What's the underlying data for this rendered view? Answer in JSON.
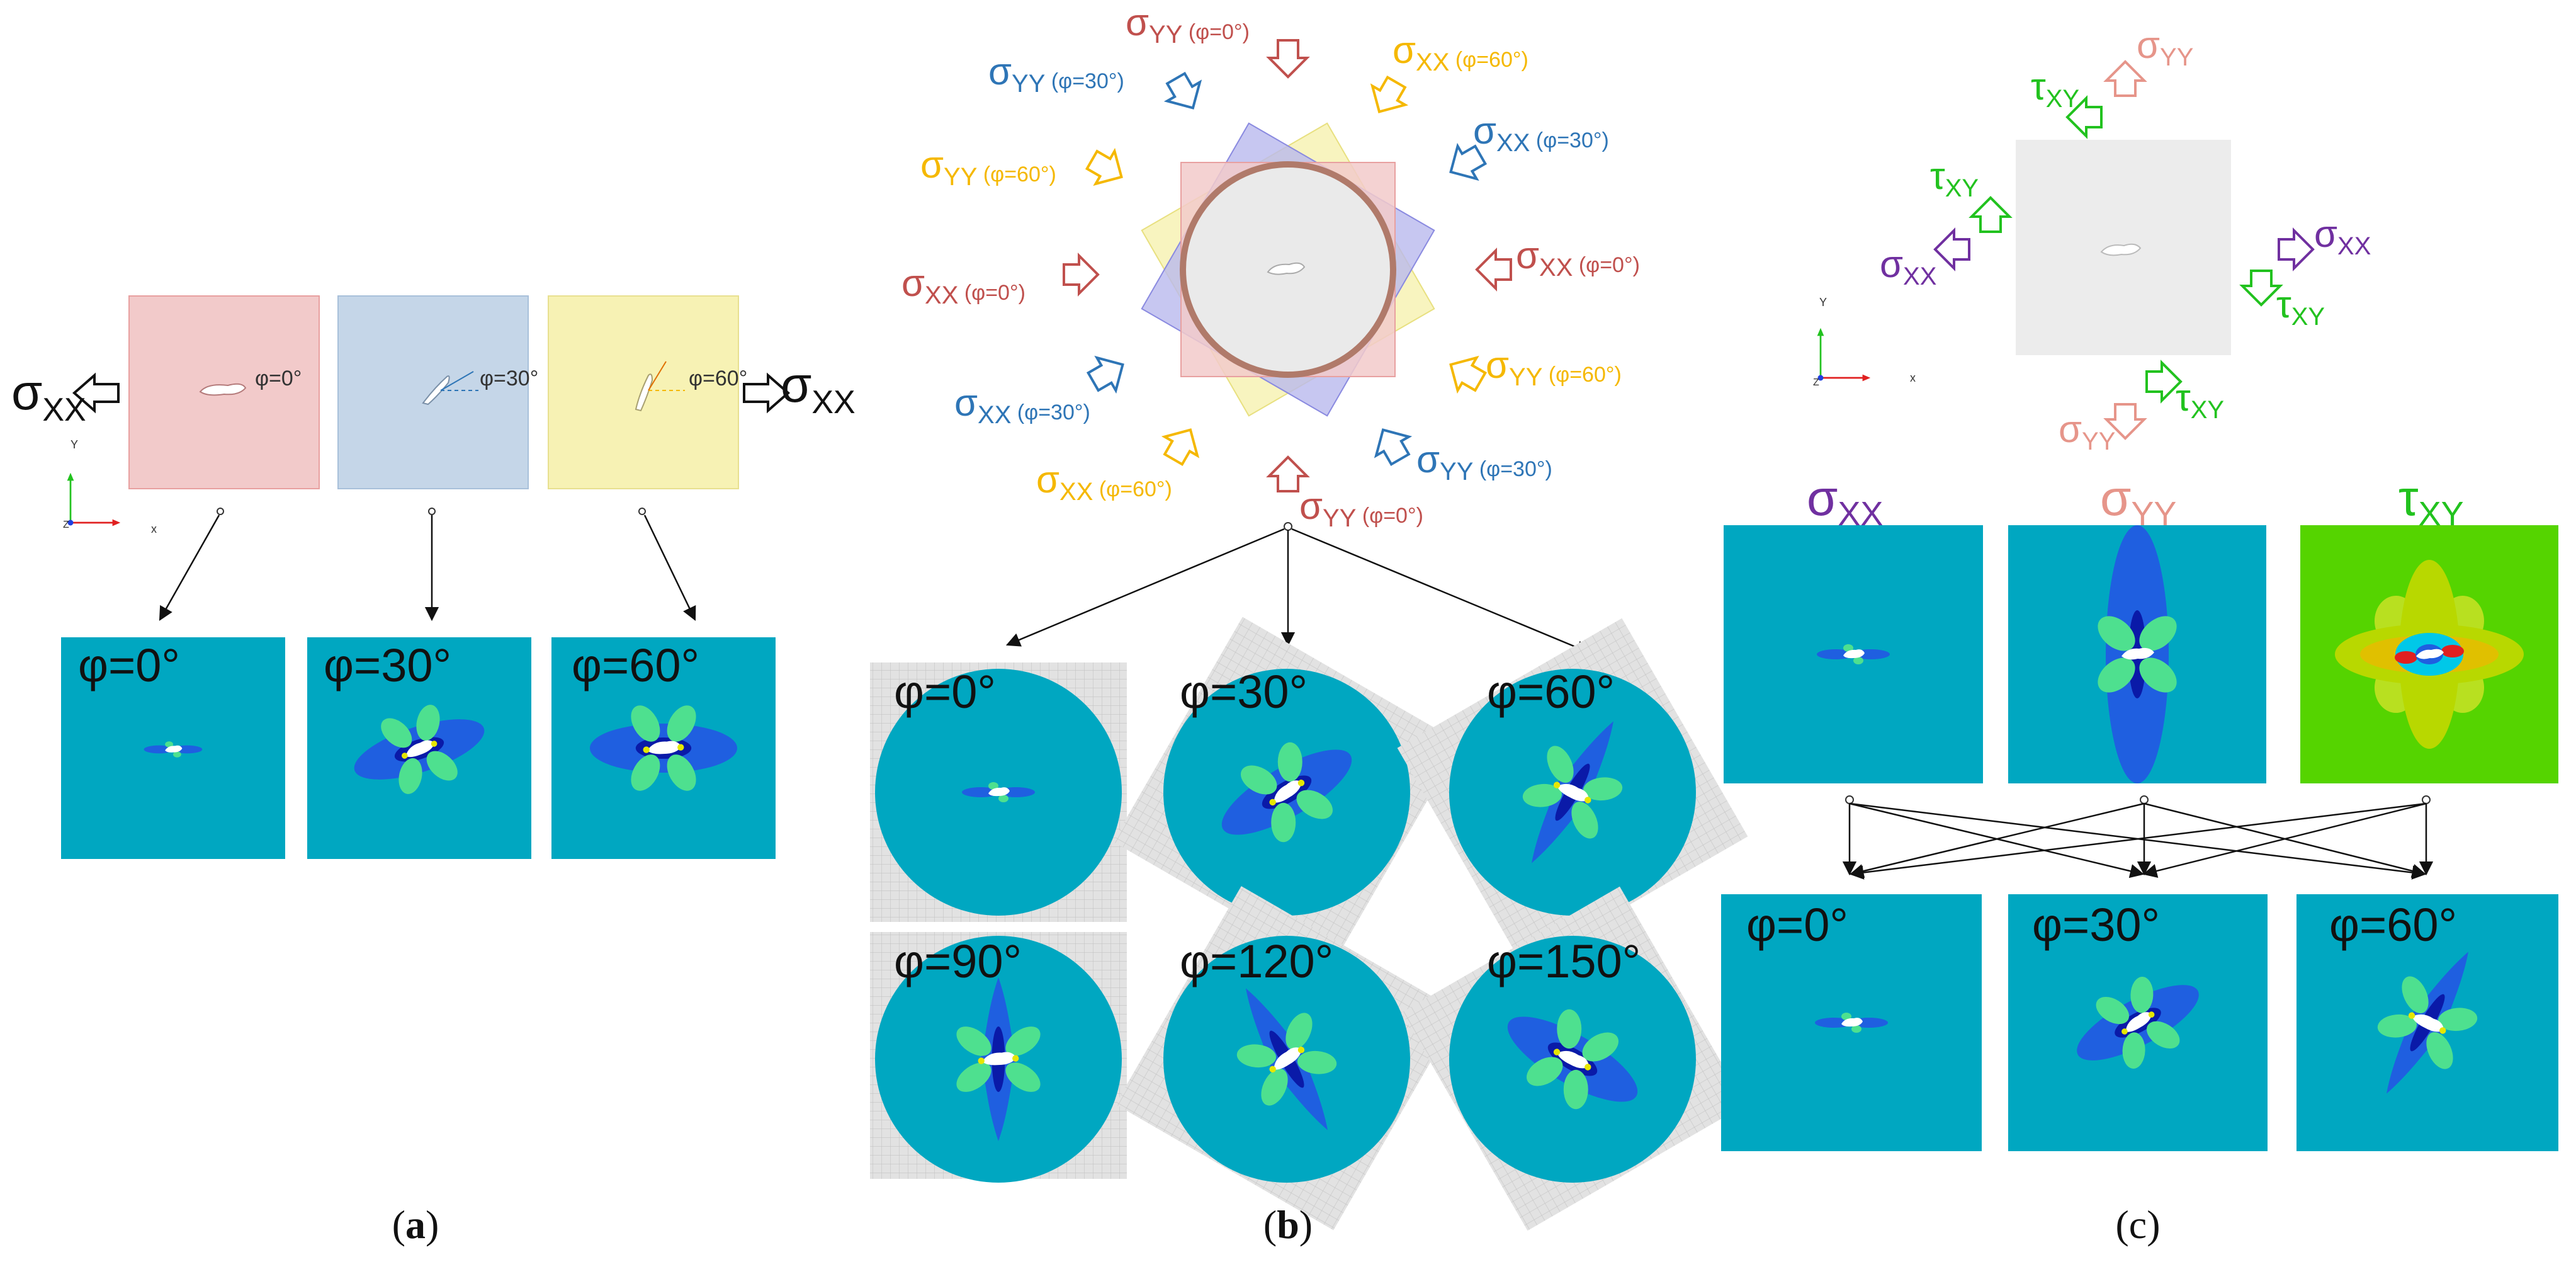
{
  "colors": {
    "red": "#c0504d",
    "blue": "#2e75b6",
    "yellow": "#f5b800",
    "purple": "#7030a0",
    "pink": "#e6958a",
    "green": "#22c21f",
    "teal": "#00a7c1",
    "mid_blue": "#1f5fe0",
    "dark_blue": "#0a1aa8",
    "light_green": "#4ee08f",
    "lime": "#55d400",
    "panel_red": "#f2caca",
    "panel_blue": "#c5d6e8",
    "panel_yellow": "#f7f2b4",
    "grey_panel": "#ececec",
    "mesh_grey": "#dedede"
  },
  "captions": {
    "a_open": "(",
    "a_letter": "a",
    "a_close": ")",
    "b_open": "(",
    "b_letter": "b",
    "b_close": ")",
    "c": "(c)"
  },
  "symbols": {
    "sigma": "σ",
    "tau": "τ",
    "xx": "XX",
    "yy": "YY",
    "xy": "XY",
    "axis_x": "x",
    "axis_y": "Y",
    "axis_z": "Z"
  },
  "panel_a": {
    "load_left": {
      "sym": "σ",
      "sub": "XX"
    },
    "load_right": {
      "sym": "σ",
      "sub": "XX"
    },
    "specimen_labels": [
      "φ=0°",
      "φ=30°",
      "φ=60°"
    ],
    "result_labels": [
      "φ=0°",
      "φ=30°",
      "φ=60°"
    ]
  },
  "panel_b": {
    "loads": [
      {
        "sym": "σ",
        "sub": "YY",
        "note": " (φ=0°)",
        "color": "red"
      },
      {
        "sym": "σ",
        "sub": "XX",
        "note": " (φ=60°)",
        "color": "yellow"
      },
      {
        "sym": "σ",
        "sub": "XX",
        "note": " (φ=30°)",
        "color": "blue"
      },
      {
        "sym": "σ",
        "sub": "XX",
        "note": " (φ=0°)",
        "color": "red"
      },
      {
        "sym": "σ",
        "sub": "YY",
        "note": " (φ=60°)",
        "color": "yellow"
      },
      {
        "sym": "σ",
        "sub": "YY",
        "note": " (φ=30°)",
        "color": "blue"
      },
      {
        "sym": "σ",
        "sub": "YY",
        "note": " (φ=0°)",
        "color": "red"
      },
      {
        "sym": "σ",
        "sub": "XX",
        "note": " (φ=60°)",
        "color": "yellow"
      },
      {
        "sym": "σ",
        "sub": "XX",
        "note": " (φ=30°)",
        "color": "blue"
      },
      {
        "sym": "σ",
        "sub": "XX",
        "note": " (φ=0°)",
        "color": "red"
      },
      {
        "sym": "σ",
        "sub": "YY",
        "note": " (φ=60°)",
        "color": "yellow"
      },
      {
        "sym": "σ",
        "sub": "YY",
        "note": " (φ=30°)",
        "color": "blue"
      }
    ],
    "result_labels": [
      "φ=0°",
      "φ=30°",
      "φ=60°",
      "φ=90°",
      "φ=120°",
      "φ=150°"
    ]
  },
  "panel_c": {
    "loads": [
      {
        "sym": "τ",
        "sub": "XY",
        "color": "green"
      },
      {
        "sym": "σ",
        "sub": "YY",
        "color": "pink"
      },
      {
        "sym": "τ",
        "sub": "XY",
        "color": "green"
      },
      {
        "sym": "σ",
        "sub": "XX",
        "color": "purple"
      },
      {
        "sym": "σ",
        "sub": "XX",
        "color": "purple"
      },
      {
        "sym": "τ",
        "sub": "XY",
        "color": "green"
      },
      {
        "sym": "τ",
        "sub": "XY",
        "color": "green"
      },
      {
        "sym": "σ",
        "sub": "YY",
        "color": "pink"
      }
    ],
    "component_titles": [
      {
        "sym": "σ",
        "sub": "XX",
        "color": "purple"
      },
      {
        "sym": "σ",
        "sub": "YY",
        "color": "pink"
      },
      {
        "sym": "τ",
        "sub": "XY",
        "color": "green"
      }
    ],
    "result_labels": [
      "φ=0°",
      "φ=30°",
      "φ=60°"
    ]
  }
}
